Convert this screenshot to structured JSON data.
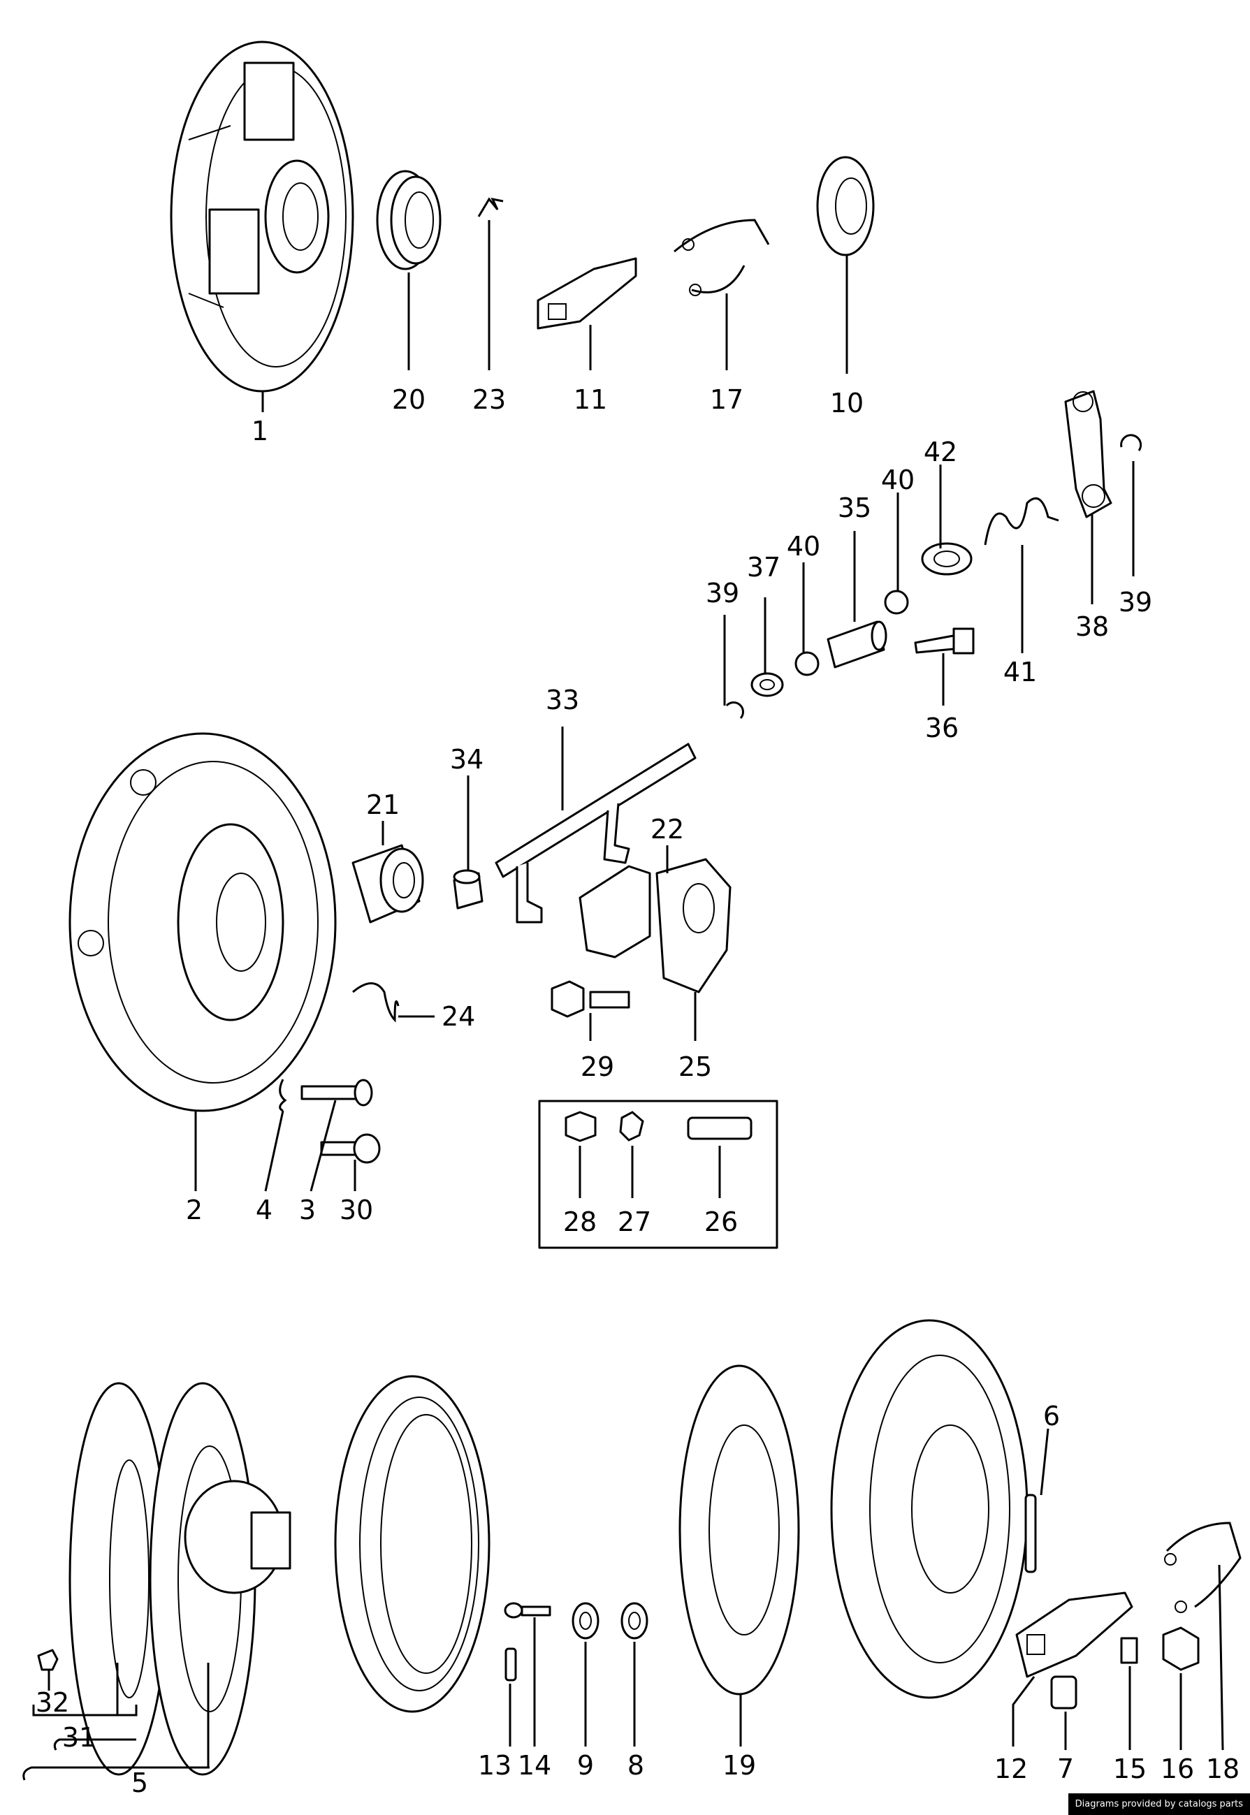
{
  "diagram": {
    "callouts": [
      {
        "id": "c1",
        "text": "1"
      },
      {
        "id": "c20",
        "text": "20"
      },
      {
        "id": "c23",
        "text": "23"
      },
      {
        "id": "c11",
        "text": "11"
      },
      {
        "id": "c17",
        "text": "17"
      },
      {
        "id": "c10",
        "text": "10"
      },
      {
        "id": "c42",
        "text": "42"
      },
      {
        "id": "c40a",
        "text": "40"
      },
      {
        "id": "c35",
        "text": "35"
      },
      {
        "id": "c40b",
        "text": "40"
      },
      {
        "id": "c37",
        "text": "37"
      },
      {
        "id": "c39a",
        "text": "39"
      },
      {
        "id": "c38",
        "text": "38"
      },
      {
        "id": "c39b",
        "text": "39"
      },
      {
        "id": "c41",
        "text": "41"
      },
      {
        "id": "c36",
        "text": "36"
      },
      {
        "id": "c33",
        "text": "33"
      },
      {
        "id": "c34",
        "text": "34"
      },
      {
        "id": "c21",
        "text": "21"
      },
      {
        "id": "c22",
        "text": "22"
      },
      {
        "id": "c24",
        "text": "24"
      },
      {
        "id": "c29",
        "text": "29"
      },
      {
        "id": "c25",
        "text": "25"
      },
      {
        "id": "c2",
        "text": "2"
      },
      {
        "id": "c4",
        "text": "4"
      },
      {
        "id": "c3",
        "text": "3"
      },
      {
        "id": "c30",
        "text": "30"
      },
      {
        "id": "c28",
        "text": "28"
      },
      {
        "id": "c27",
        "text": "27"
      },
      {
        "id": "c26",
        "text": "26"
      },
      {
        "id": "c6",
        "text": "6"
      },
      {
        "id": "c32",
        "text": "32"
      },
      {
        "id": "c31",
        "text": "31"
      },
      {
        "id": "c5",
        "text": "5"
      },
      {
        "id": "c13",
        "text": "13"
      },
      {
        "id": "c14",
        "text": "14"
      },
      {
        "id": "c9",
        "text": "9"
      },
      {
        "id": "c8",
        "text": "8"
      },
      {
        "id": "c19",
        "text": "19"
      },
      {
        "id": "c12",
        "text": "12"
      },
      {
        "id": "c7",
        "text": "7"
      },
      {
        "id": "c15",
        "text": "15"
      },
      {
        "id": "c16",
        "text": "16"
      },
      {
        "id": "c18",
        "text": "18"
      }
    ]
  },
  "footer": {
    "credit": "Diagrams provided by catalogs parts"
  }
}
